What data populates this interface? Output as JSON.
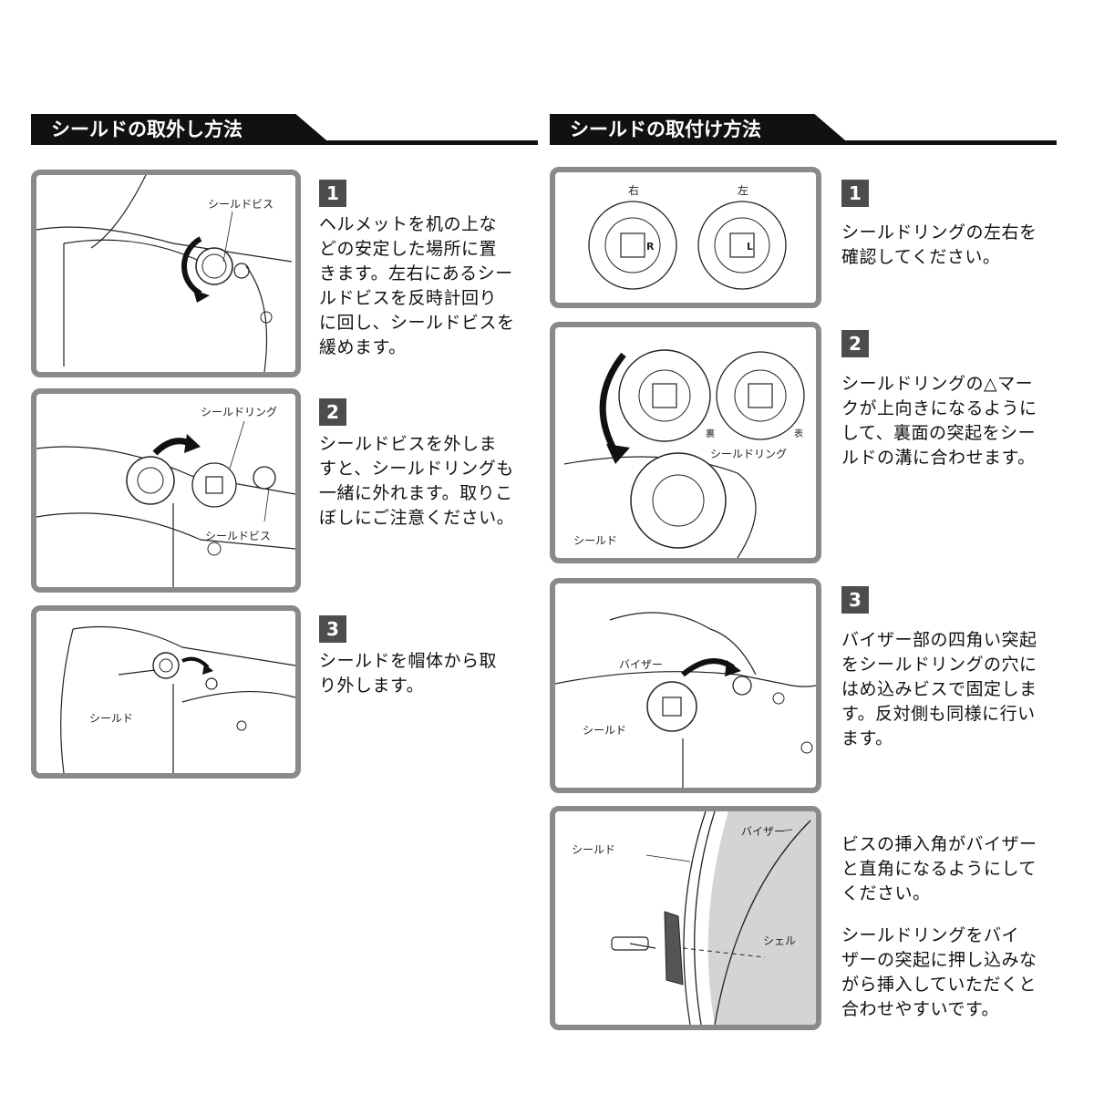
{
  "left_section": {
    "title": "シールドの取外し方法",
    "steps": [
      {
        "num": "1",
        "text": "ヘルメットを机の上な\nどの安定した場所に置\nきます。左右にあるシー\nルドビスを反時計回り\nに回し、シールドビスを\n緩めます。",
        "labels": [
          "シールドビス"
        ]
      },
      {
        "num": "2",
        "text": "シールドビスを外しま\nすと、シールドリングも\n一緒に外れます。取りこ\nぼしにご注意ください。",
        "labels": [
          "シールドリング",
          "シールドビス"
        ]
      },
      {
        "num": "3",
        "text": "シールドを帽体から取\nり外します。",
        "labels": [
          "シールド"
        ]
      }
    ]
  },
  "right_section": {
    "title": "シールドの取付け方法",
    "steps": [
      {
        "num": "1",
        "text": "シールドリングの左右を\n確認してください。",
        "labels": [
          "右",
          "左"
        ],
        "marks": [
          "R",
          "L"
        ]
      },
      {
        "num": "2",
        "text": "シールドリングの△マー\nクが上向きになるように\nして、裏面の突起をシー\nルドの溝に合わせます。",
        "labels": [
          "裏",
          "表",
          "シールドリング",
          "シールド"
        ]
      },
      {
        "num": "3",
        "text": "バイザー部の四角い突起\nをシールドリングの穴に\nはめ込みビスで固定しま\nす。反対側も同様に行い\nます。",
        "labels": [
          "バイザー",
          "シールド"
        ]
      }
    ],
    "note": {
      "text1": "ビスの挿入角がバイザー\nと直角になるようにして\nください。",
      "text2": "シールドリングをバイ\nザーの突起に押し込みな\nがら挿入していただくと\n合わせやすいです。",
      "labels": [
        "シールド",
        "バイザー",
        "シェル"
      ]
    }
  }
}
